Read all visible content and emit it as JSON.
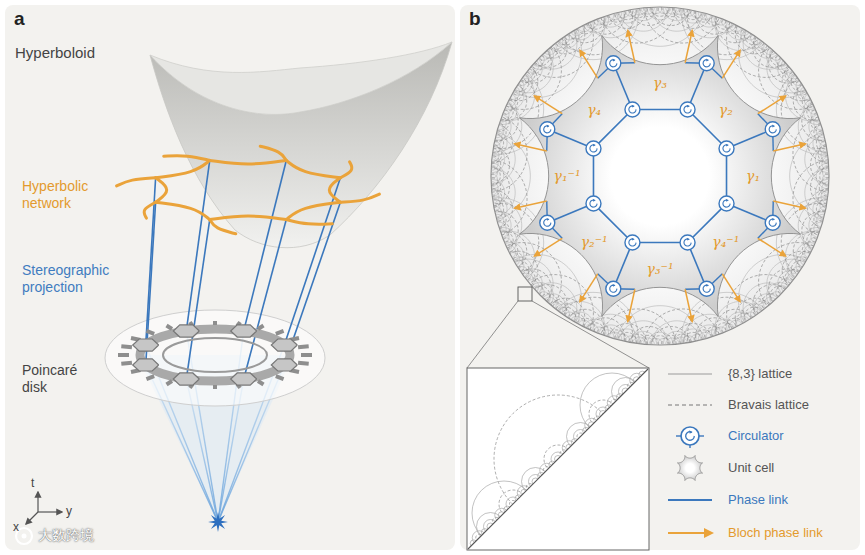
{
  "diagram": {
    "nodes": [
      {
        "text": [
          "a"
        ]
      },
      {
        "text": [
          "b"
        ]
      }
    ],
    "labels": [
      "Hyperboloid",
      "Hyperbolic network",
      "Stereographic projection",
      "Poincaré disk",
      "t",
      "y",
      "x",
      "γ₃",
      "γ₄",
      "γ₂",
      "γ₁⁻¹",
      "γ₁",
      "γ₂⁻¹",
      "γ₄⁻¹",
      "γ₃⁻¹",
      "大数跨境"
    ],
    "legend": [
      {
        "text": "{8,3} lattice"
      },
      {
        "text": "Bravais lattice"
      },
      {
        "text": "Circulator"
      },
      {
        "text": "Unit cell"
      },
      {
        "text": "Phase link"
      },
      {
        "text": "Bloch phase link"
      }
    ]
  }
}
